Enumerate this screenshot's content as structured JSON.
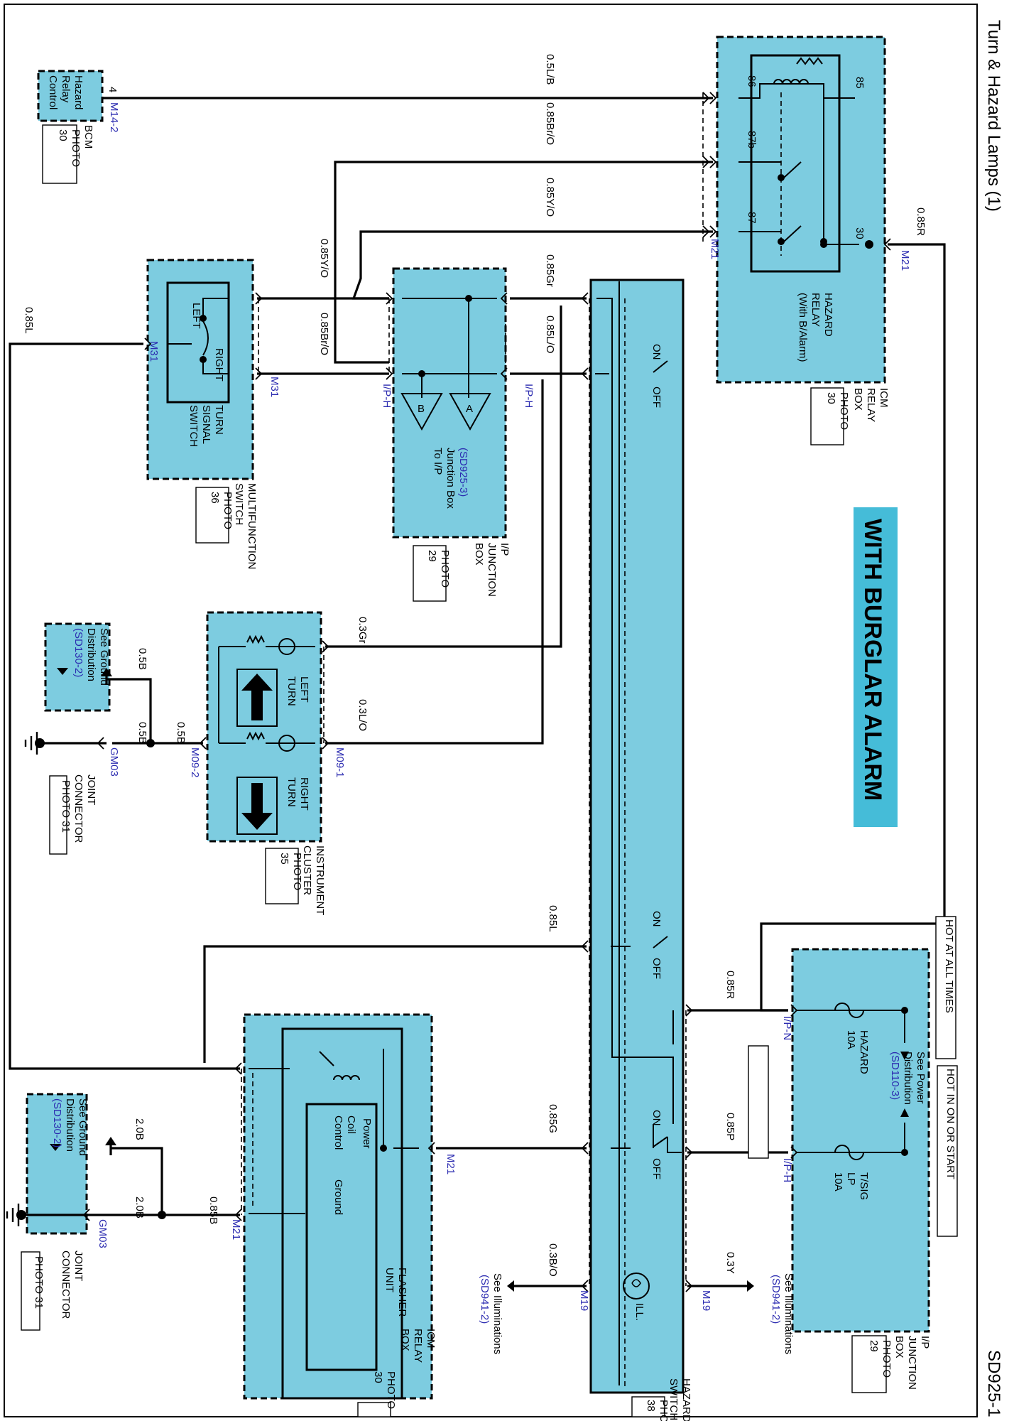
{
  "header": {
    "title": "Turn & Hazard Lamps (1)",
    "page_code": "SD925-1"
  },
  "option_tag": "WITH BURGLAR ALARM",
  "components": {
    "bcm": {
      "lines": [
        "Hazard",
        "Relay",
        "Control"
      ],
      "name": "BCM",
      "photo": [
        "PHOTO",
        "30"
      ],
      "connector": "M14-2",
      "pin": "4"
    },
    "hazard_relay": {
      "lines": [
        "HAZARD",
        "RELAY",
        "(With B/Alarm)"
      ],
      "box": [
        "ICM",
        "RELAY",
        "BOX"
      ],
      "photo": [
        "PHOTO",
        "30"
      ],
      "pins": [
        "86",
        "87b",
        "87",
        "85",
        "30"
      ]
    },
    "multifunction_switch": {
      "lines": [
        "TURN",
        "SIGNAL",
        "SWITCH"
      ],
      "left": "LEFT",
      "right": "RIGHT",
      "name": [
        "MULTIFUNCTION",
        "SWITCH"
      ],
      "photo": [
        "PHOTO",
        "36"
      ]
    },
    "ip_junction_top": {
      "name": [
        "I/P",
        "JUNCTION",
        "BOX"
      ],
      "photo": [
        "PHOTO",
        "29"
      ],
      "ref_lines": [
        "To I/P",
        "Junction Box"
      ],
      "ref": "(SD925-3)",
      "a": "A",
      "b": "B"
    },
    "instrument_cluster": {
      "left": [
        "LEFT",
        "TURN"
      ],
      "right": [
        "RIGHT",
        "TURN"
      ],
      "name": [
        "INSTRUMENT",
        "CLUSTER"
      ],
      "photo": [
        "PHOTO",
        "35"
      ]
    },
    "ground_top": {
      "lines": [
        "See Ground",
        "Distribution"
      ],
      "ref": "(SD130-2)"
    },
    "joint_top": {
      "name": [
        "JOINT",
        "CONNECTOR"
      ],
      "photo": "PHOTO 31",
      "connector": "GM03"
    },
    "hazard_switch": {
      "on": "ON",
      "off": "OFF",
      "ill": "ILL.",
      "name": [
        "HAZARD",
        "SWITCH"
      ],
      "photo": [
        "PHOTO",
        "38"
      ]
    },
    "ip_junction_bottom": {
      "power_lines": [
        "See Power",
        "Distribution"
      ],
      "power_ref": "(SD110-3)",
      "hot_always": "HOT AT ALL TIMES",
      "hot_run": "HOT IN ON OR START",
      "fuse1": [
        "HAZARD",
        "10A"
      ],
      "fuse2": [
        "T/SIG",
        "LP",
        "10A"
      ],
      "name": [
        "I/P",
        "JUNCTION",
        "BOX"
      ],
      "photo": [
        "PHOTO",
        "29"
      ]
    },
    "flasher": {
      "power": "Power",
      "coil": [
        "Coil",
        "Control"
      ],
      "ground": "Ground",
      "name": [
        "FLASHER",
        "UNIT"
      ],
      "box": [
        "ICM",
        "RELAY",
        "BOX"
      ],
      "photo": [
        "PHOTO",
        "30"
      ]
    },
    "ground_bottom": {
      "lines": [
        "See Ground",
        "Distribution"
      ],
      "ref": "(SD130-2)"
    },
    "joint_bottom": {
      "name": [
        "JOINT",
        "CONNECTOR"
      ],
      "photo": "PHOTO 31",
      "connector": "GM03"
    },
    "illum_in": {
      "lines": [
        "See Illuminations"
      ],
      "ref": "(SD941-2)"
    },
    "illum_out": {
      "lines": [
        "See Illuminations"
      ],
      "ref": "(SD941-2)"
    }
  },
  "wires": [
    {
      "label": "0.5L/B"
    },
    {
      "label": "0.85Br/O"
    },
    {
      "label": "0.85Y/O"
    },
    {
      "label": "0.85R"
    },
    {
      "label": "0.85Gr"
    },
    {
      "label": "0.85L/O"
    },
    {
      "label": "0.85L"
    },
    {
      "label": "0.3Gr"
    },
    {
      "label": "0.3L/O"
    },
    {
      "label": "0.5B"
    },
    {
      "label": "0.85G"
    },
    {
      "label": "0.85P"
    },
    {
      "label": "0.3B/O"
    },
    {
      "label": "0.3Y"
    },
    {
      "label": "2.0B"
    },
    {
      "label": "0.85B"
    }
  ],
  "connectors": [
    "M21",
    "M31",
    "I/P-H",
    "I/P-N",
    "M09-1",
    "M09-2",
    "M19"
  ]
}
